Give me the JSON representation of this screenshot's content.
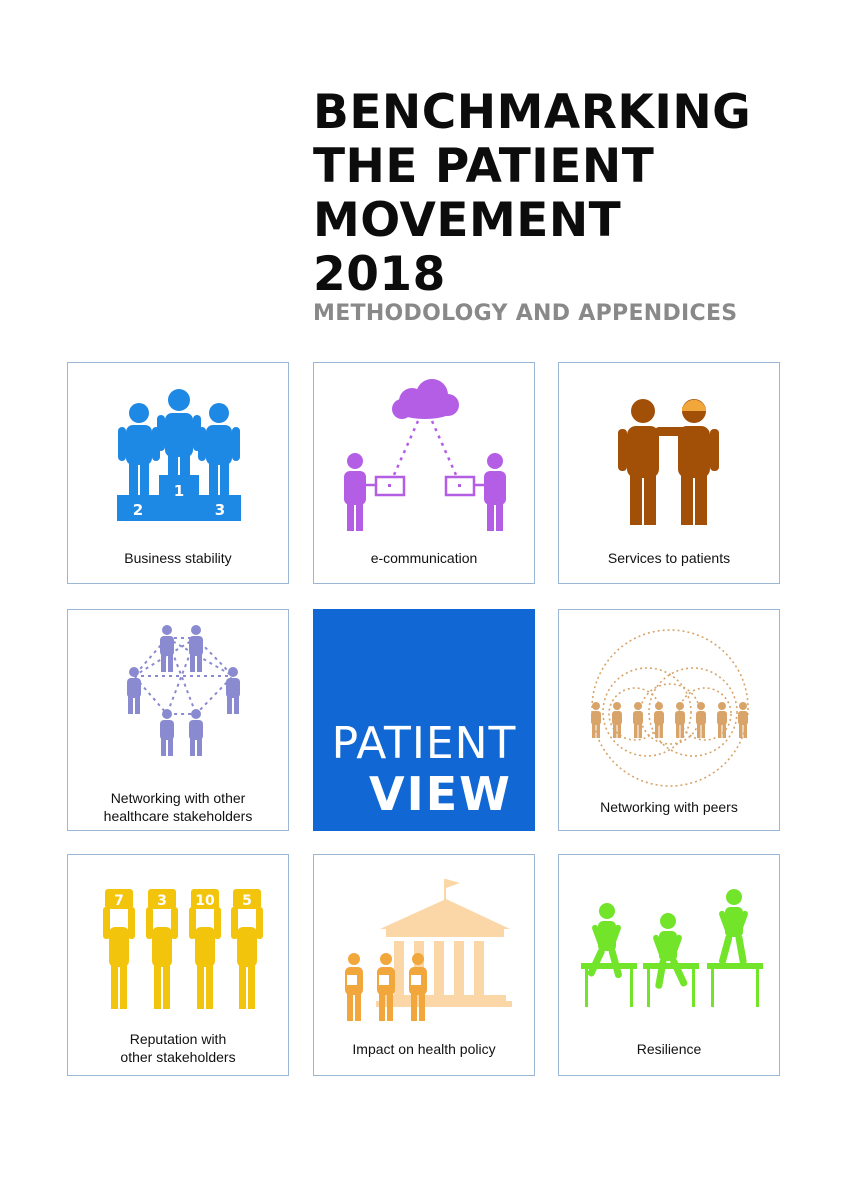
{
  "title": {
    "line1": "BENCHMARKING",
    "line2": "THE PATIENT",
    "line3": "MOVEMENT",
    "line4": "2018"
  },
  "subtitle": "METHODOLOGY AND APPENDICES",
  "tiles": {
    "business_stability": {
      "caption": "Business stability",
      "podium_labels": [
        "2",
        "1",
        "3"
      ],
      "color": "#1e88e5"
    },
    "e_communication": {
      "caption": "e-communication",
      "color": "#b45ee6"
    },
    "services_to_patients": {
      "caption": "Services to patients",
      "color": "#a24f08"
    },
    "networking_healthcare": {
      "caption_line1": "Networking with other",
      "caption_line2": "healthcare stakeholders",
      "color": "#8a8ad0"
    },
    "networking_peers": {
      "caption": "Networking with peers",
      "color": "#d8a46a"
    },
    "reputation": {
      "caption_line1": "Reputation with",
      "caption_line2": "other stakeholders",
      "sign_labels": [
        "7",
        "3",
        "10",
        "5"
      ],
      "color": "#f2c40c"
    },
    "health_policy": {
      "caption": "Impact on health policy",
      "color": "#f2a73c"
    },
    "resilience": {
      "caption": "Resilience",
      "color": "#72e52a"
    }
  },
  "logo": {
    "line1": "PATIENT",
    "line2": "VIEW",
    "background": "#1168d4"
  }
}
